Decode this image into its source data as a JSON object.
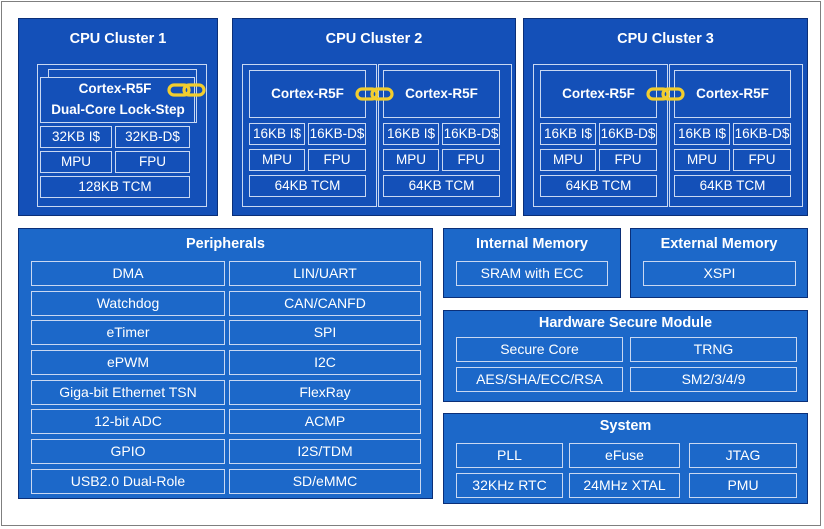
{
  "cluster1": {
    "title": "CPU Cluster 1",
    "core_label": "Cortex-R5F",
    "lockstep_label": "Dual-Core Lock-Step",
    "icache": "32KB I$",
    "dcache": "32KB-D$",
    "mpu": "MPU",
    "fpu": "FPU",
    "tcm": "128KB TCM"
  },
  "cluster2": {
    "title": "CPU Cluster 2",
    "cores": [
      {
        "label": "Cortex-R5F",
        "icache": "16KB I$",
        "dcache": "16KB-D$",
        "mpu": "MPU",
        "fpu": "FPU",
        "tcm": "64KB TCM"
      },
      {
        "label": "Cortex-R5F",
        "icache": "16KB I$",
        "dcache": "16KB-D$",
        "mpu": "MPU",
        "fpu": "FPU",
        "tcm": "64KB TCM"
      }
    ]
  },
  "cluster3": {
    "title": "CPU Cluster 3",
    "cores": [
      {
        "label": "Cortex-R5F",
        "icache": "16KB I$",
        "dcache": "16KB-D$",
        "mpu": "MPU",
        "fpu": "FPU",
        "tcm": "64KB TCM"
      },
      {
        "label": "Cortex-R5F",
        "icache": "16KB I$",
        "dcache": "16KB-D$",
        "mpu": "MPU",
        "fpu": "FPU",
        "tcm": "64KB TCM"
      }
    ]
  },
  "peripherals": {
    "title": "Peripherals",
    "left": [
      "DMA",
      "Watchdog",
      "eTimer",
      "ePWM",
      "Giga-bit Ethernet TSN",
      "12-bit ADC",
      "GPIO",
      "USB2.0 Dual-Role"
    ],
    "right": [
      "LIN/UART",
      "CAN/CANFD",
      "SPI",
      "I2C",
      "FlexRay",
      "ACMP",
      "I2S/TDM",
      "SD/eMMC"
    ]
  },
  "internal_memory": {
    "title": "Internal Memory",
    "item": "SRAM with ECC"
  },
  "external_memory": {
    "title": "External Memory",
    "item": "XSPI"
  },
  "hsm": {
    "title": "Hardware Secure Module",
    "items": [
      "Secure Core",
      "TRNG",
      "AES/SHA/ECC/RSA",
      "SM2/3/4/9"
    ]
  },
  "system": {
    "title": "System",
    "items": [
      "PLL",
      "eFuse",
      "JTAG",
      "32KHz RTC",
      "24MHz XTAL",
      "PMU"
    ]
  },
  "colors": {
    "cluster_bg": "#1450b8",
    "block_bg": "#1c68c9",
    "link_gold": "#f2cd2e",
    "border_light": "#c9d8f2"
  }
}
